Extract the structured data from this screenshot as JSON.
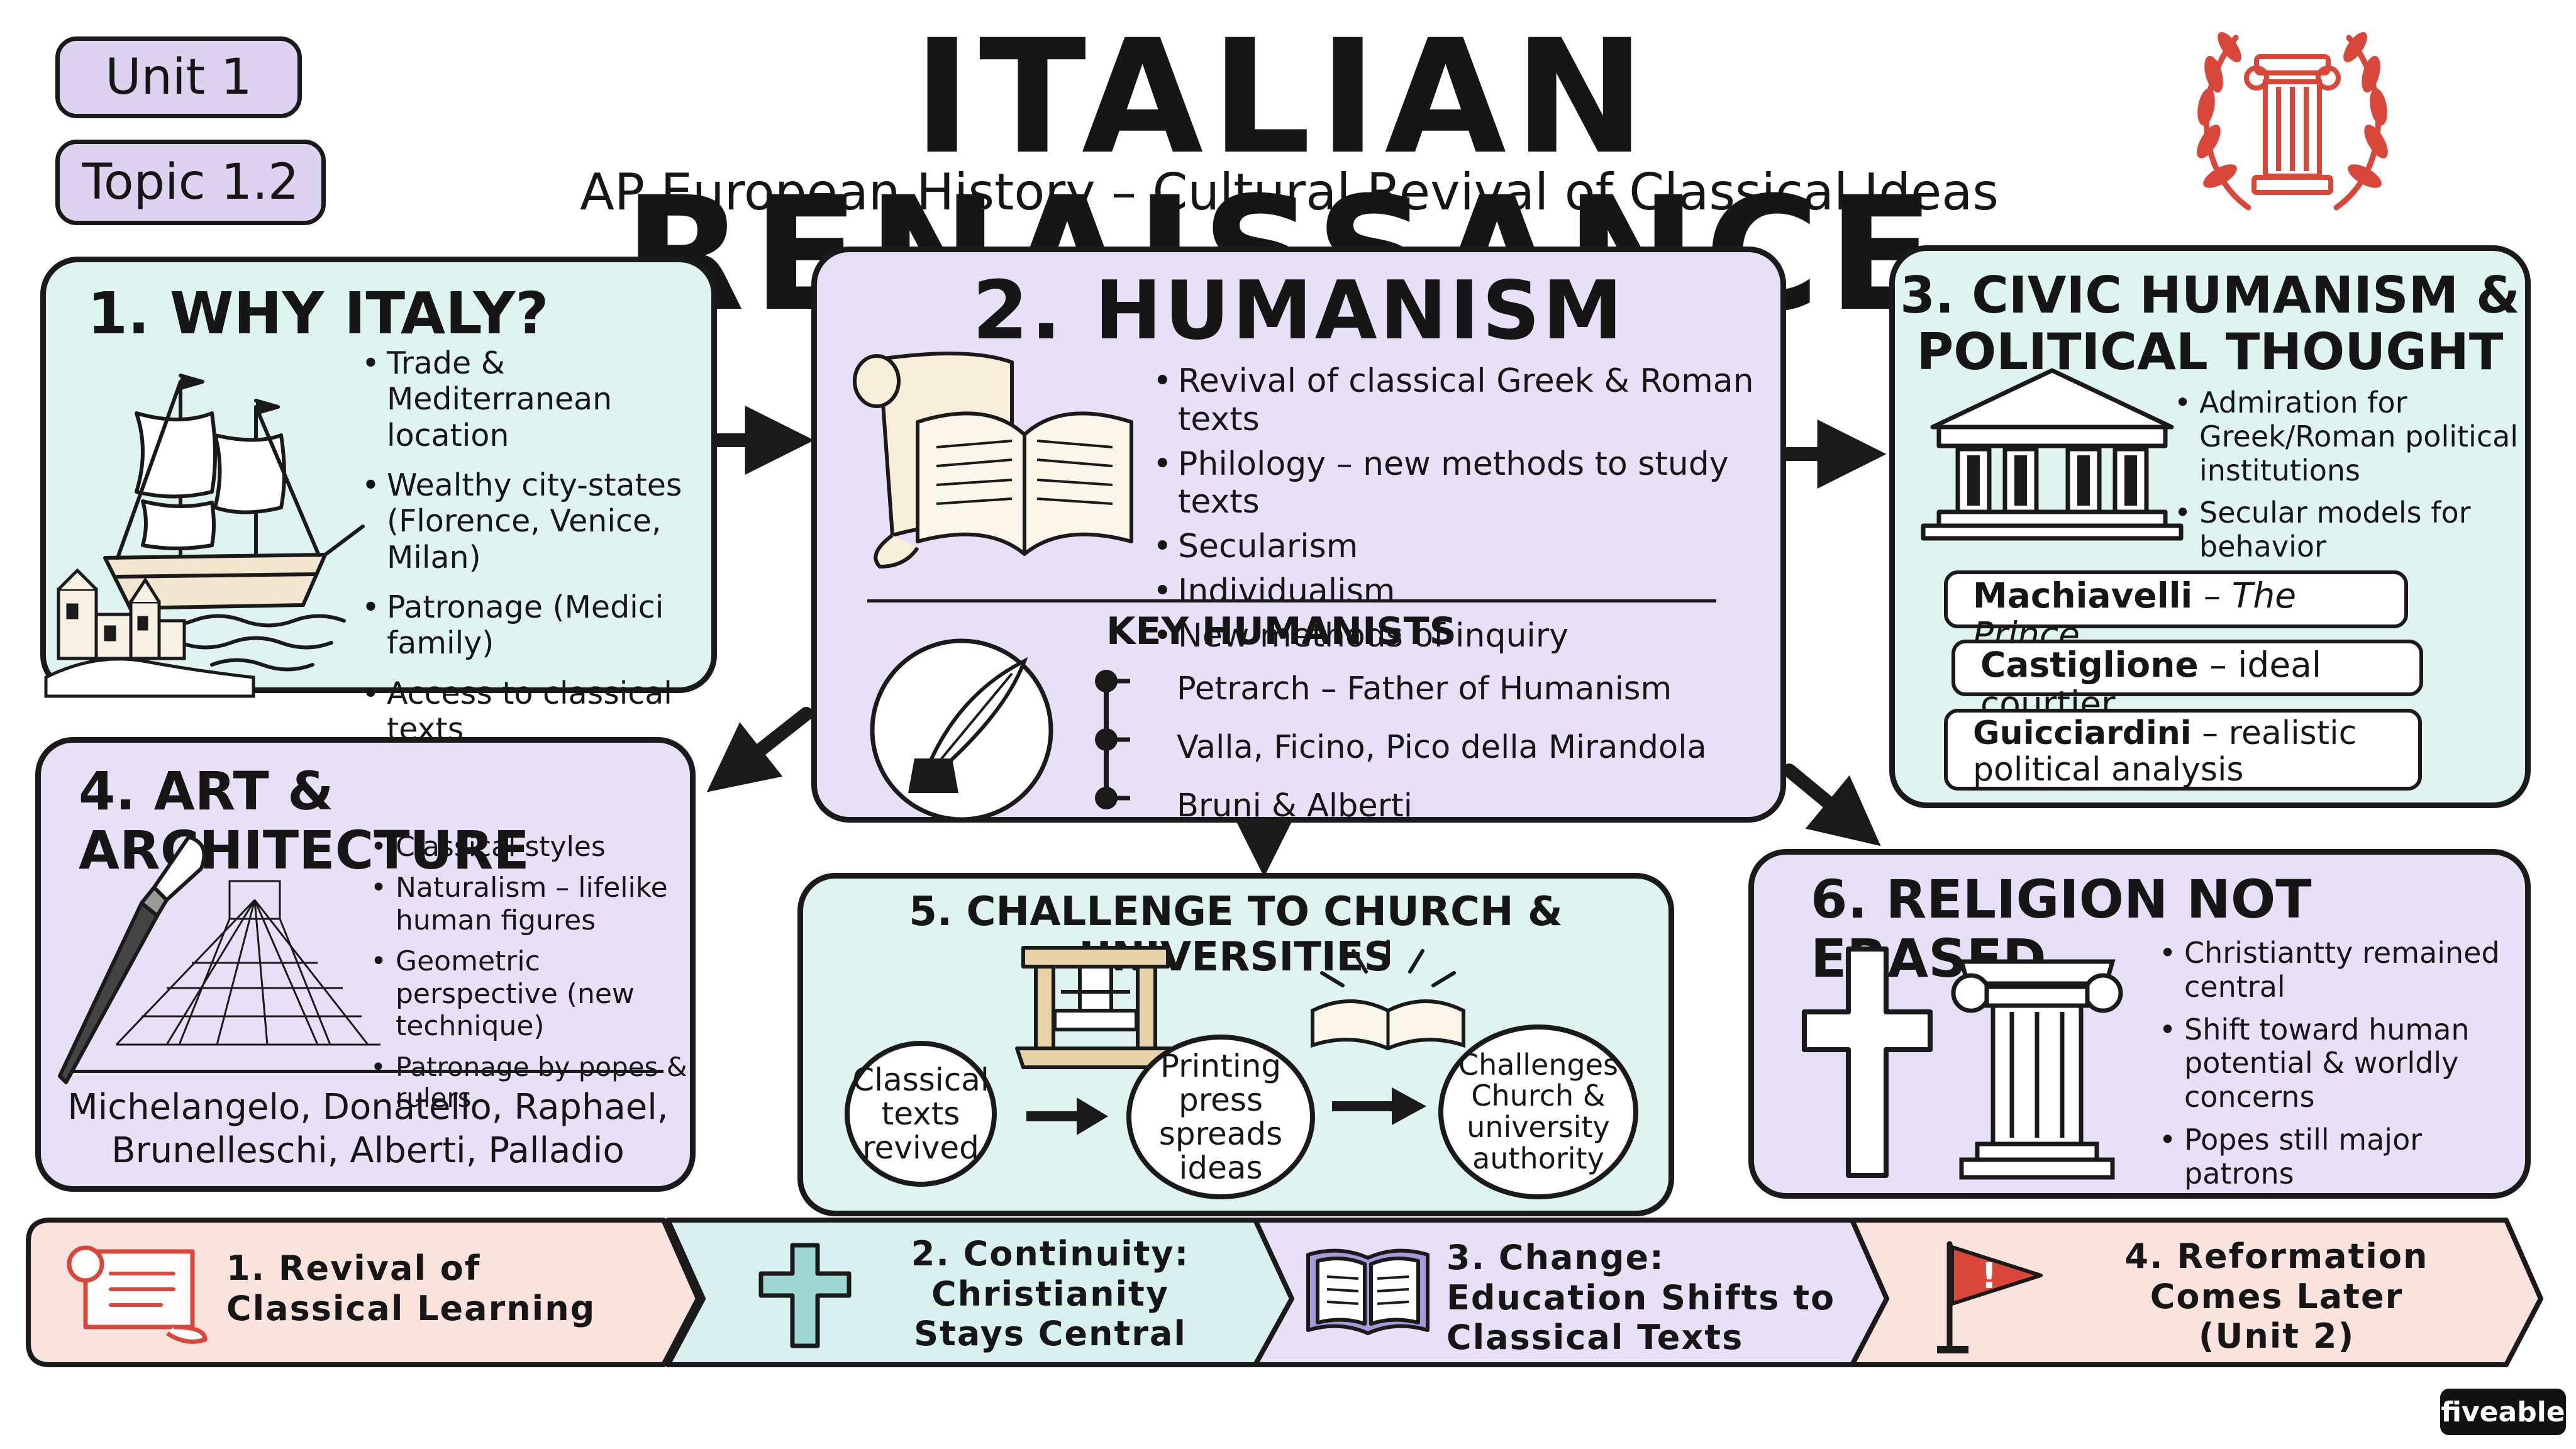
{
  "header": {
    "unit": "Unit 1",
    "topic": "Topic 1.2",
    "title": "ITALIAN RENAISSANCE",
    "subtitle": "AP European History – Cultural Revival of Classical Ideas"
  },
  "panels": {
    "why_italy": {
      "title": "1. WHY ITALY?",
      "bullets": [
        "Trade & Mediterranean location",
        "Wealthy city-states (Florence, Venice, Milan)",
        "Patronage (Medici family)",
        "Access to classical texts"
      ]
    },
    "humanism": {
      "title": "2. HUMANISM",
      "bullets": [
        "Revival of classical Greek & Roman texts",
        "Philology – new methods to study texts",
        "Secularism",
        "Individualism",
        "New methods of inquiry"
      ],
      "key_heading": "KEY HUMANISTS",
      "humanists": [
        "Petrarch – Father of Humanism",
        "Valla, Ficino, Pico della Mirandola",
        "Bruni & Alberti"
      ]
    },
    "civic": {
      "title_line1": "3. CIVIC HUMANISM &",
      "title_line2": "POLITICAL THOUGHT",
      "bullets": [
        "Admiration for Greek/Roman political institutions",
        "Secular models for behavior"
      ],
      "people": [
        {
          "name": "Machiavelli",
          "desc": "– The Prince"
        },
        {
          "name": "Castiglione",
          "desc": "– ideal courtier"
        },
        {
          "name": "Guicciardini",
          "desc": "– realistic political analysis"
        }
      ]
    },
    "art": {
      "title": "4. ART & ARCHITECTURE",
      "bullets": [
        "Classical styles",
        "Naturalism – lifelike human figures",
        "Geometric perspective (new technique)",
        "Patronage by popes & rulers"
      ],
      "artists": "Michelangelo, Donatello, Raphael, Brunelleschi, Alberti, Palladio"
    },
    "challenge": {
      "title": "5. CHALLENGE TO CHURCH & UNIVERSITIES",
      "steps": [
        "Classical texts revived",
        "Printing press spreads ideas",
        "Challenges Church & university authority"
      ]
    },
    "religion": {
      "title": "6. RELIGION NOT ERASED",
      "bullets": [
        "Christiantty remained central",
        "Shift toward human potential & worldly concerns",
        "Popes still major patrons"
      ]
    }
  },
  "takeaways": [
    {
      "text": "1. Revival of Classical Learning",
      "icon": "scroll-icon"
    },
    {
      "text": "2. Continuity: Christianity Stays Central",
      "icon": "cross-icon"
    },
    {
      "text": "3. Change: Education Shifts to Classical Texts",
      "icon": "open-book-icon"
    },
    {
      "text": "4. Reformation Comes Later (Unit 2)",
      "icon": "flag-icon"
    }
  ],
  "brand": "fiveable",
  "colors": {
    "mint": "#dff4f1",
    "lavender": "#e7e0f6",
    "pink": "#fbe3dd",
    "accent_red": "#d9473b",
    "ink": "#1a1a1a"
  }
}
